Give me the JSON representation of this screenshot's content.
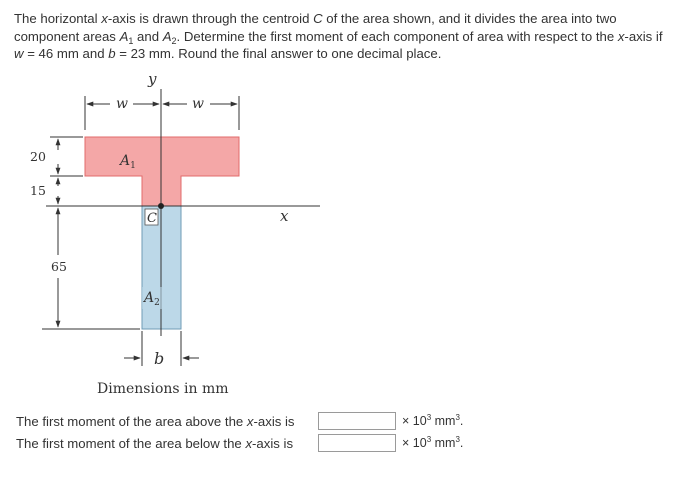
{
  "problem": {
    "part1": "The horizontal ",
    "xaxis1": "x",
    "part2": "-axis is drawn through the centroid ",
    "centroid": "C",
    "part3": " of the area shown, and it divides the area into two component areas ",
    "a1": "A",
    "a1sub": "1",
    "and": " and ",
    "a2": "A",
    "a2sub": "2",
    "part4": ". Determine the first moment of each component of area with respect to the ",
    "xaxis2": "x",
    "part5": "-axis if ",
    "w": "w",
    "wval": " = 46 mm and ",
    "b": "b",
    "bval": " = 23 mm. Round the final answer to one decimal place."
  },
  "figure": {
    "y_label": "y",
    "x_label": "x",
    "w_left": "w",
    "w_right": "w",
    "dim_20": "20",
    "dim_15": "15",
    "dim_65": "65",
    "label_a1": "A",
    "label_a1_sub": "1",
    "label_a2": "A",
    "label_a2_sub": "2",
    "label_c": "C",
    "label_b": "b",
    "caption": "Dimensions in mm",
    "colors": {
      "area_a1": "#f4a7a7",
      "area_a2": "#bcd8e8",
      "dims": "#333333"
    }
  },
  "answers": [
    {
      "prefix": "The first moment of the area above the ",
      "axis": "x",
      "suffix": "-axis is",
      "value": "",
      "unit_pre": "× 10",
      "unit_exp": "3",
      "unit_post": " mm",
      "unit_exp2": "3",
      "unit_end": "."
    },
    {
      "prefix": "The first moment of the area below the ",
      "axis": "x",
      "suffix": "-axis is",
      "value": "",
      "unit_pre": "× 10",
      "unit_exp": "3",
      "unit_post": " mm",
      "unit_exp2": "3",
      "unit_end": "."
    }
  ]
}
